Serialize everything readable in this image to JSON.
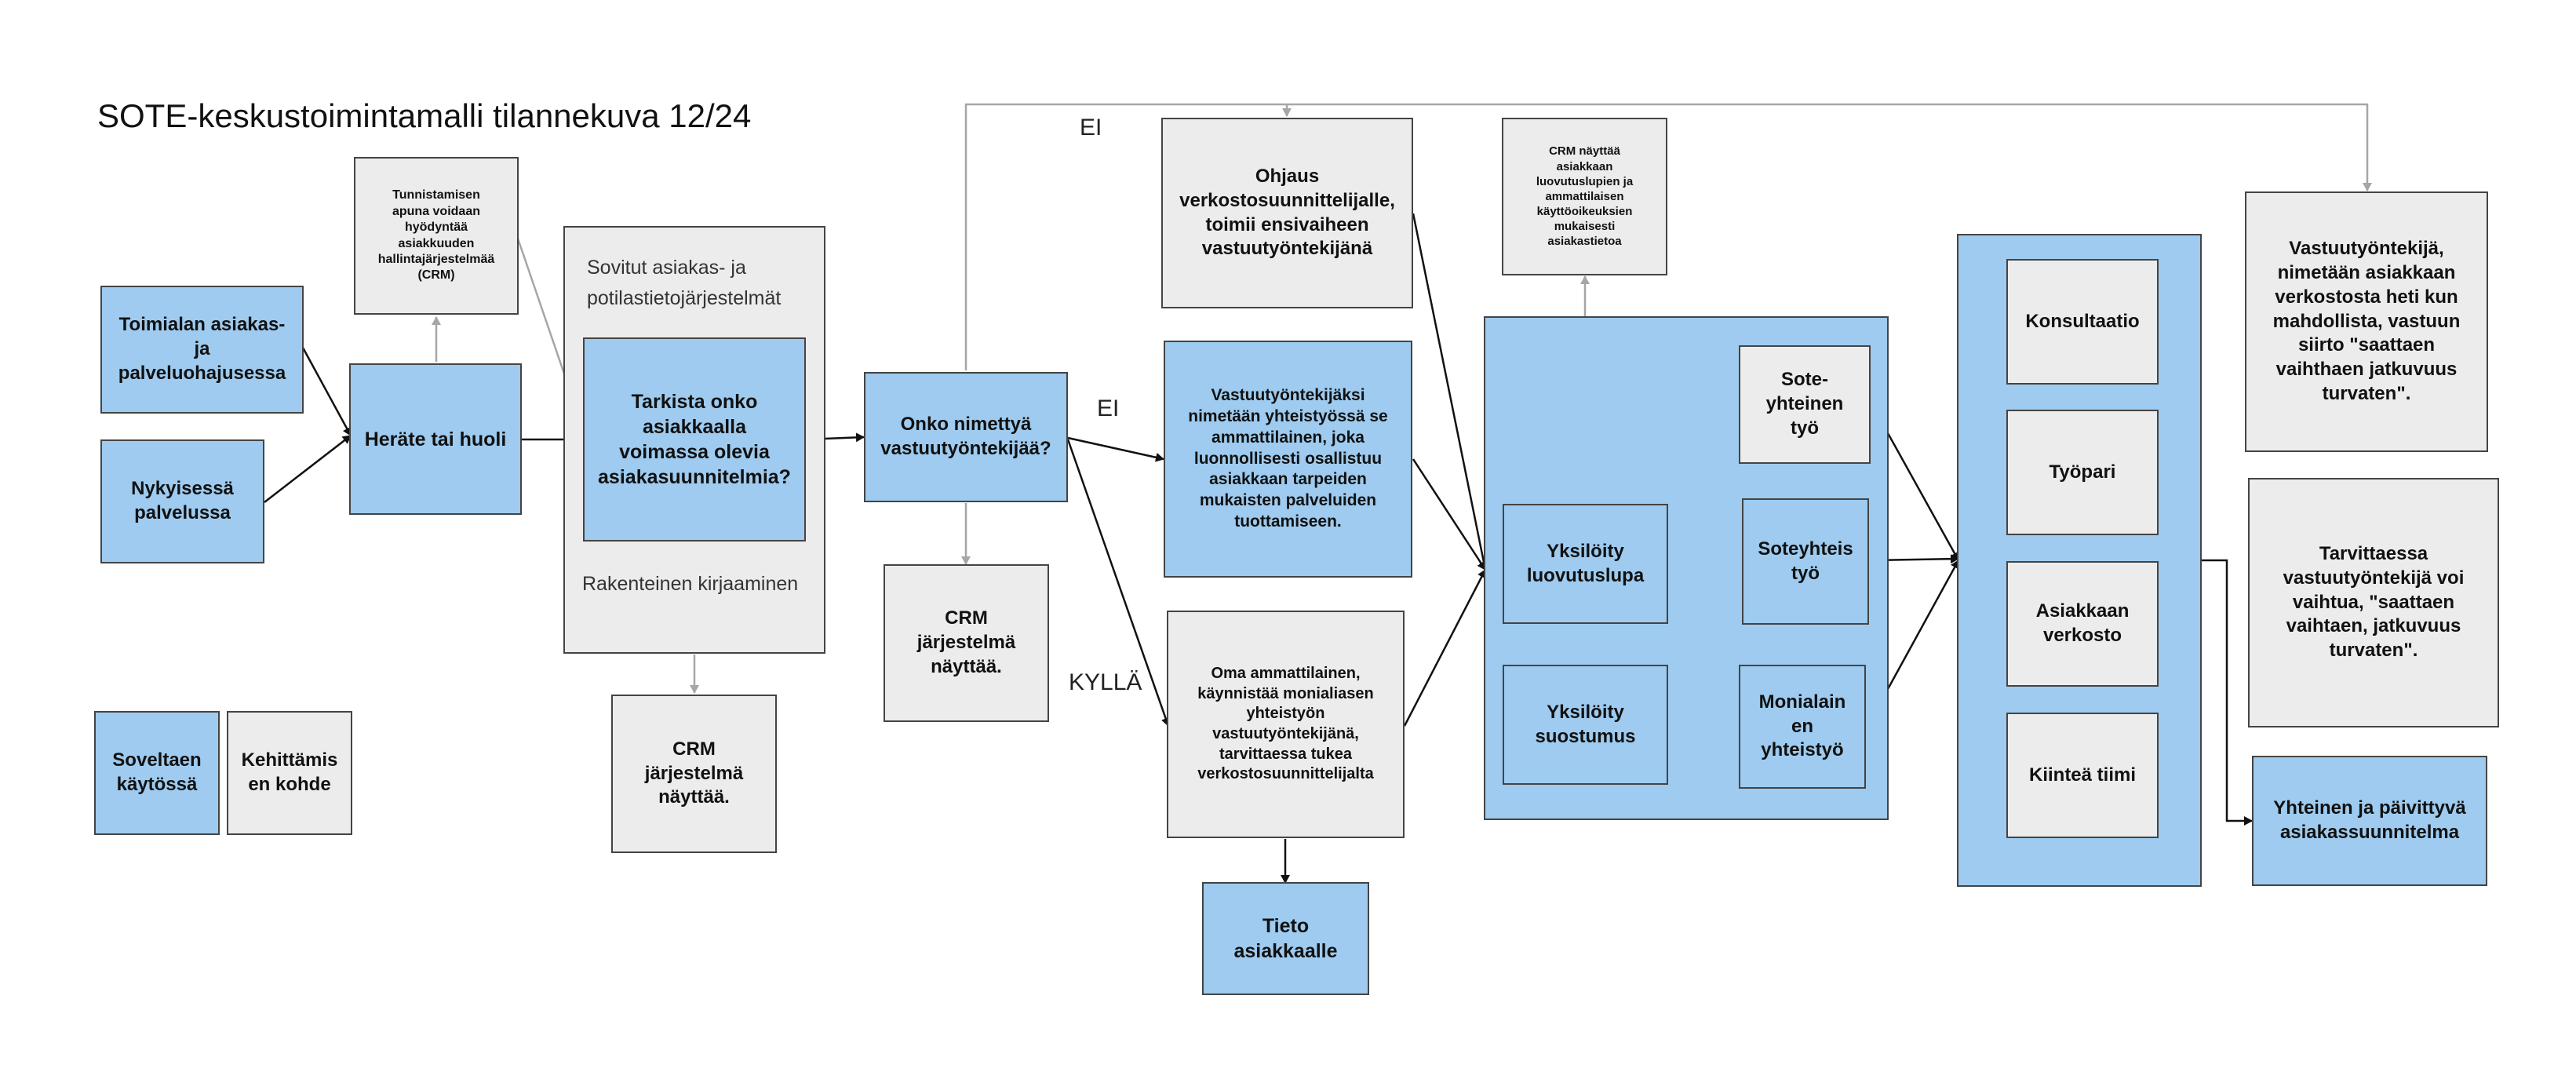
{
  "title": "SOTE-keskustoimintamalli tilannekuva 12/24",
  "labels": {
    "ei_top": "EI",
    "ei_mid": "EI",
    "kylla": "KYLLÄ"
  },
  "nodes": {
    "toimialan": "Toimialan asiakas-\nja\npalveluohajusessa",
    "nykyisessa": "Nykyisessä\npalvelussa",
    "herate": "Heräte tai huoli",
    "tunnistamisen": "Tunnistamisen\napuna voidaan\nhyödyntää\nasiakkuuden\nhallintajärjestelmää\n(CRM)",
    "sovitut_title": "Sovitut asiakas- ja\npotilastietojärjestelmät",
    "tarkista": "Tarkista onko\nasiakkaalla\nvoimassa olevia\nasiakasuunnitelmia?",
    "rakenteinen": "Rakenteinen kirjaaminen",
    "crm_left": "CRM\njärjestelmä\nnäyttää.",
    "onko": "Onko nimettyä\nvastuutyöntekijää?",
    "crm_mid": "CRM\njärjestelmä\nnäyttää.",
    "ohjaus": "Ohjaus\nverkostosuunnittelijalle,\ntoimii ensivaiheen\nvastuutyöntekijänä",
    "vastuunimetaan": "Vastuutyöntekijäksi\nnimetään yhteistyössä se\nammattilainen, joka\nluonnollisesti osallistuu\nasiakkaan tarpeiden\nmukaisten palveluiden\ntuottamiseen.",
    "oma": "Oma ammattilainen,\nkäynnistää monialiasen\nyhteistyön\nvastuutyöntekijänä,\ntarvittaessa tukea\nverkostosuunnittelijalta",
    "tieto": "Tieto\nasiakkaalle",
    "crm_naytta": "CRM näyttää\nasiakkaan\nluovutuslupien ja\nammattilaisen\nkäyttöoikeuksien\nmukaisesti\nasiakastietoa",
    "sote_yhteinen": "Sote-\nyhteinen\ntyö",
    "yksiloity_luovutus": "Yksilöity\nluovutuslupa",
    "soteyhteistyo": "Soteyhteis\ntyö",
    "yksiloity_suostumus": "Yksilöity\nsuostumus",
    "monialainen": "Monialain\nen\nyhteistyö",
    "konsultaatio": "Konsultaatio",
    "tyopari": "Työpari",
    "asiakkaan_verkosto": "Asiakkaan\nverkosto",
    "kiintea": "Kiinteä tiimi",
    "vastuu_nimetaan": "Vastuutyöntekijä,\nnimetään asiakkaan\nverkostosta heti kun\nmahdollista, vastuun\nsiirto \"saattaen\nvaihthaen jatkuvuus\nturvaten\".",
    "tarvittaessa": "Tarvittaessa\nvastuutyöntekijä voi\nvaihtua, \"saattaen\nvaihtaen, jatkuvuus\nturvaten\".",
    "yhteinen": "Yhteinen ja päivittyvä\nasiakassuunnitelma"
  },
  "legend": {
    "soveltaen": "Soveltaen\nkäytössä",
    "kehittamis": "Kehittämis\nen kohde"
  },
  "colors": {
    "in_use_fill": "#9ecbef",
    "development_fill": "#ececec",
    "border": "#444444",
    "connector_dark": "#111111",
    "connector_grey": "#a6a6a6"
  }
}
